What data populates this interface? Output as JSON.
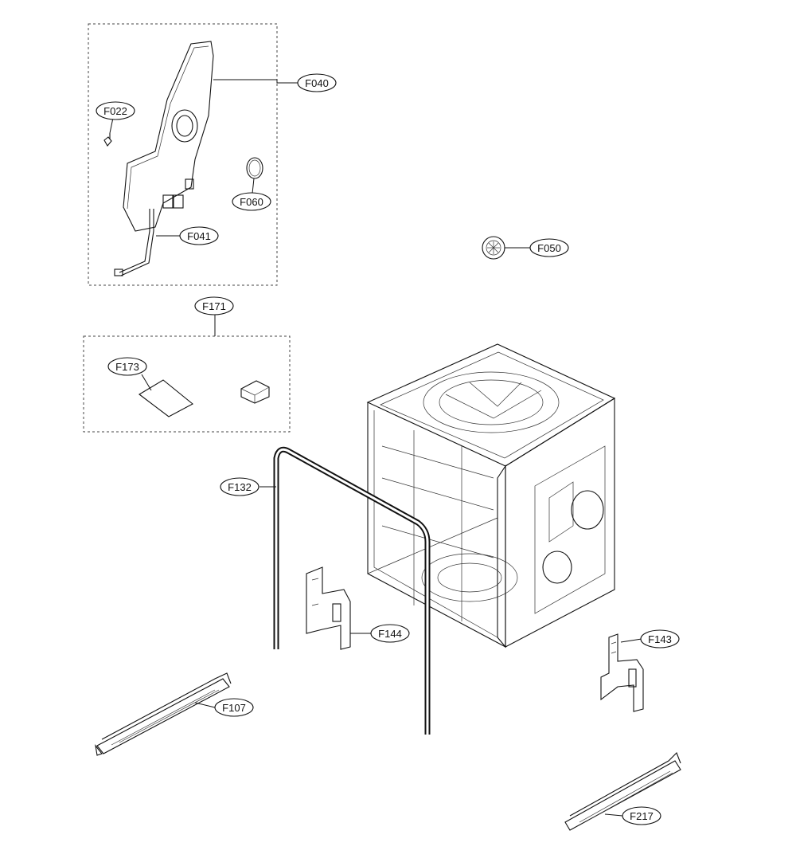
{
  "labels": {
    "f040": "F040",
    "f022": "F022",
    "f060": "F060",
    "f041": "F041",
    "f050": "F050",
    "f171": "F171",
    "f173": "F173",
    "f132": "F132",
    "f144": "F144",
    "f143": "F143",
    "f107": "F107",
    "f217": "F217"
  }
}
